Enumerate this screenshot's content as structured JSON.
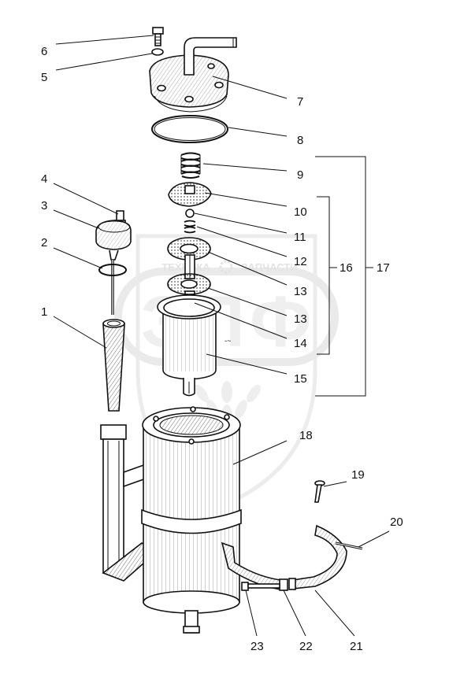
{
  "watermark": {
    "line1_left": "ТЕХНИКА",
    "line1_right": "ЗАПЧАСТИ",
    "logo_text": "ЭЛФ"
  },
  "labels": {
    "p1": "1",
    "p2": "2",
    "p3": "3",
    "p4": "4",
    "p5": "5",
    "p6": "6",
    "p7": "7",
    "p8": "8",
    "p9": "9",
    "p10": "10",
    "p11": "11",
    "p12": "12",
    "p13a": "13",
    "p13b": "13",
    "p14": "14",
    "p15": "15",
    "p16": "16",
    "p17": "17",
    "p18": "18",
    "p19": "19",
    "p20": "20",
    "p21": "21",
    "p22": "22",
    "p23": "23"
  }
}
